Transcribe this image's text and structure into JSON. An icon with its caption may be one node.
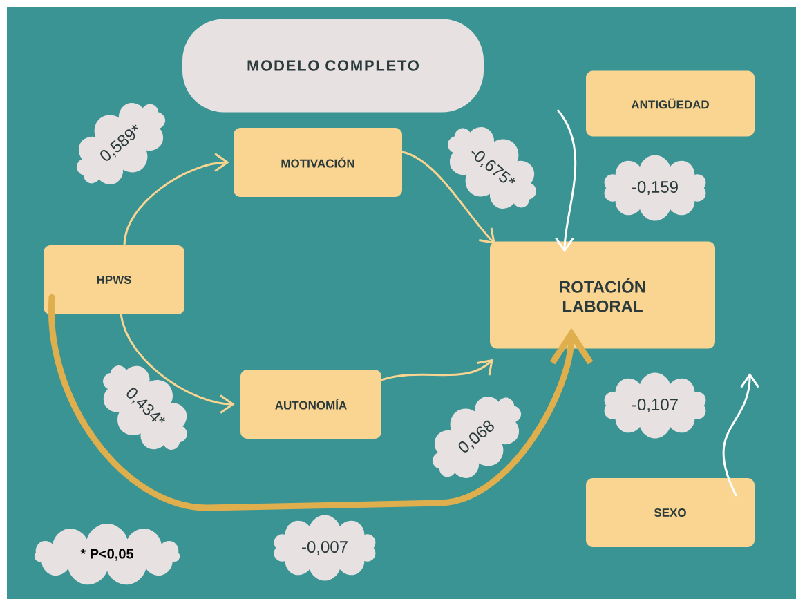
{
  "diagram": {
    "nodes": [
      {
        "text": [
          "MODELO COMPLETO"
        ]
      },
      {
        "text": [
          "MOTIVACIÓN"
        ]
      },
      {
        "text": [
          "HPWS"
        ]
      },
      {
        "text": [
          "ROTACIÓN LABORAL"
        ]
      },
      {
        "text": [
          "ANTIGÜEDAD"
        ]
      },
      {
        "text": [
          "AUTONOMÍA"
        ]
      },
      {
        "text": [
          "SEXO"
        ]
      },
      {
        "text": [
          "* P<0,05"
        ]
      }
    ],
    "edges": [
      {
        "from": 2,
        "to": 1,
        "arrow": "to",
        "label": "0,589*"
      },
      {
        "from": 1,
        "to": 3,
        "arrow": "to",
        "label": "-0,675*"
      },
      {
        "from": 4,
        "to": 3,
        "arrow": "to",
        "label": "-0,159",
        "color": "#ffffff"
      },
      {
        "from": 2,
        "to": 5,
        "arrow": "to",
        "label": "0,434*"
      },
      {
        "from": 5,
        "to": 3,
        "arrow": "to",
        "label": "0,068"
      },
      {
        "from": 2,
        "to": 3,
        "arrow": "to",
        "label": "-0,007",
        "style": "thick",
        "color": "#dfae4d"
      },
      {
        "from": 6,
        "to": 3,
        "arrow": "to",
        "label": "-0,107",
        "color": "#ffffff"
      }
    ]
  }
}
